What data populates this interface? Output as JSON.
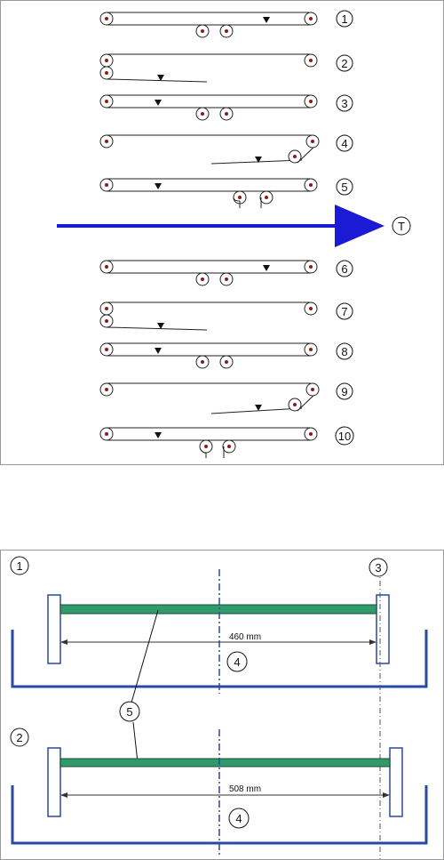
{
  "top_panel": {
    "steps": [
      {
        "label": "1"
      },
      {
        "label": "2"
      },
      {
        "label": "3"
      },
      {
        "label": "4"
      },
      {
        "label": "5"
      },
      {
        "label": "6"
      },
      {
        "label": "7"
      },
      {
        "label": "8"
      },
      {
        "label": "9"
      },
      {
        "label": "10"
      }
    ],
    "time_label": "T"
  },
  "bottom_panel": {
    "panel_labels": {
      "first": "1",
      "second": "2"
    },
    "top_label_right": "3",
    "center_label_top": "4",
    "center_label_bottom": "4",
    "roller_callout": "5",
    "dimension_top": "460 mm",
    "dimension_bottom": "508 mm"
  },
  "colors": {
    "arrow": "#1b1bd6",
    "frame": "#2a4aa0",
    "roller": "#2f9a6a",
    "dot": "#8b1a1a",
    "outline": "#888888"
  }
}
